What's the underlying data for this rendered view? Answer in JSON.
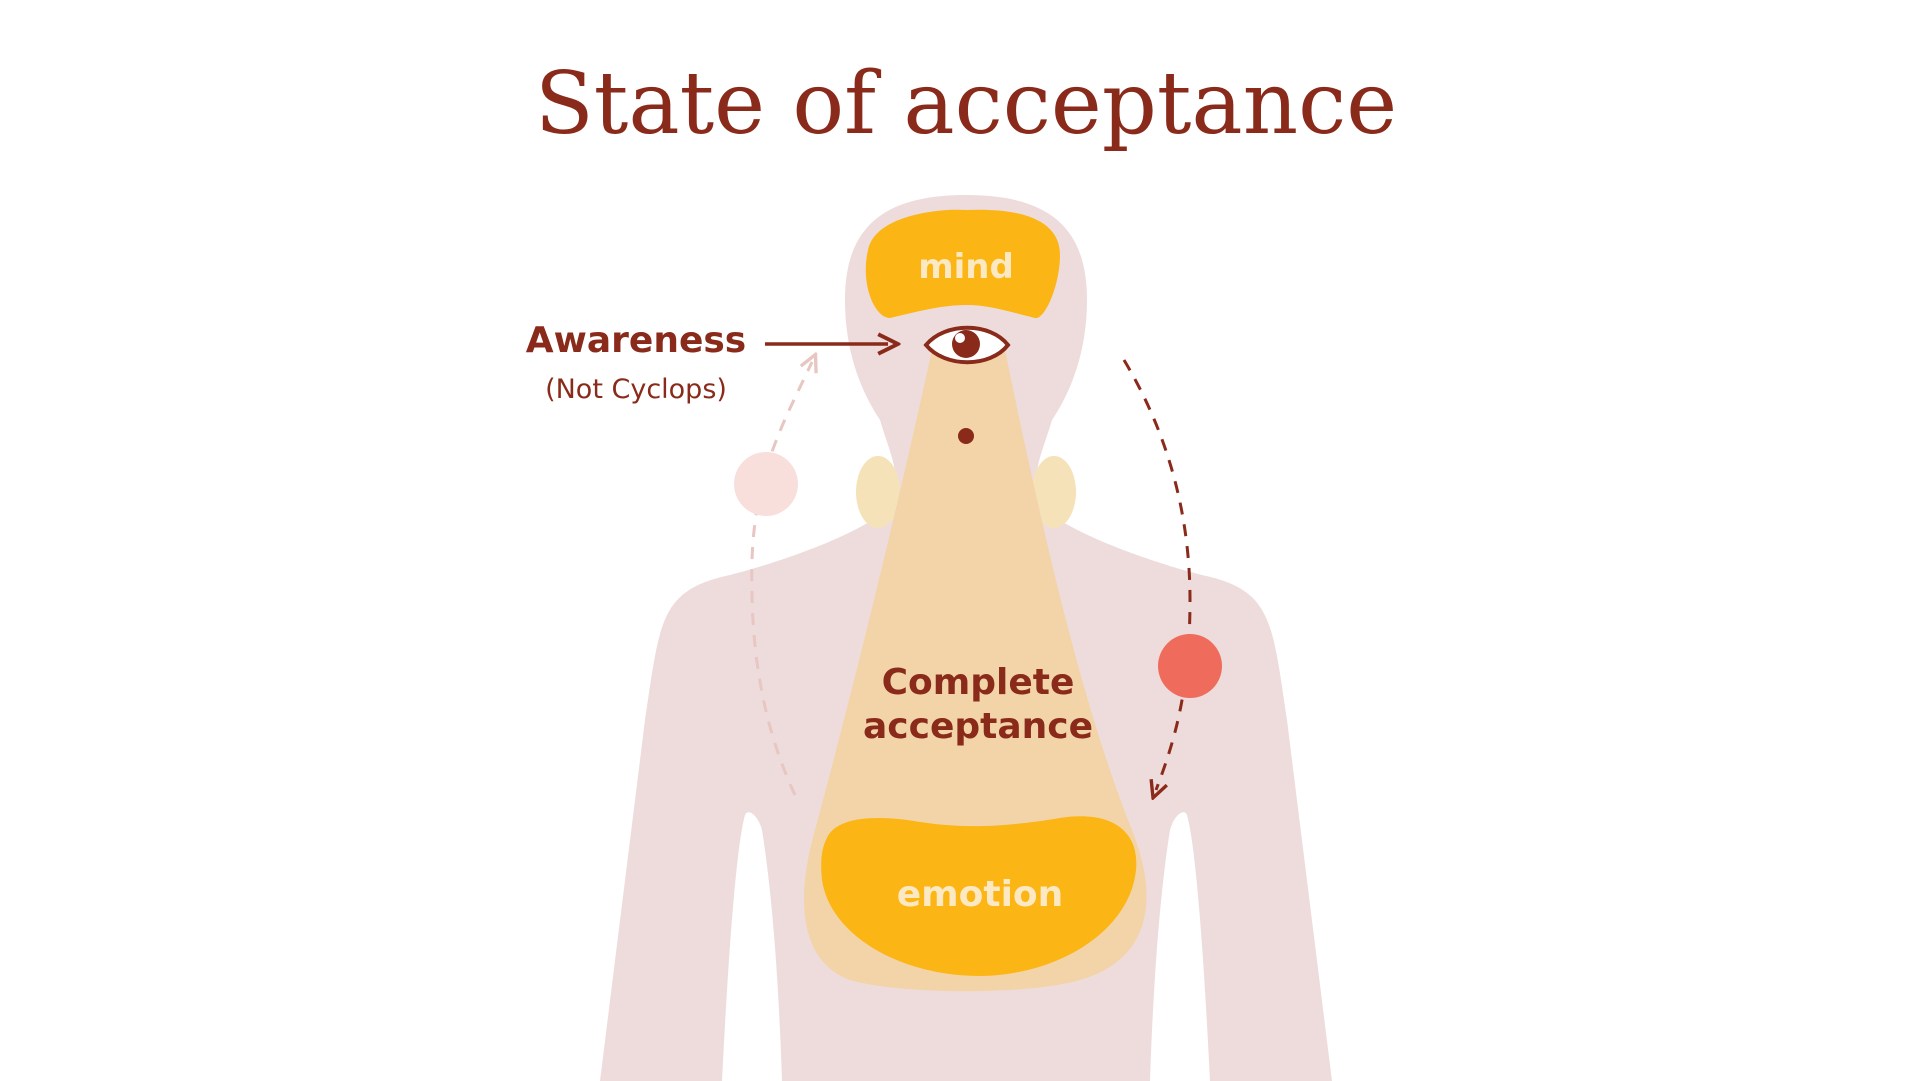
{
  "title": "State of acceptance",
  "labels": {
    "mind": "mind",
    "awareness": "Awareness",
    "awareness_note": "(Not Cyclops)",
    "complete_line1": "Complete",
    "complete_line2": "acceptance",
    "emotion": "emotion"
  },
  "icons": {
    "eye": "eye-icon",
    "arrow": "arrow-right-icon"
  },
  "colors": {
    "title": "#8a2a1a",
    "body": "#eedcdc",
    "highlight": "#f2d4a8",
    "organ": "#fbb514",
    "organ_text": "#fce8c2",
    "accent_red": "#ef6b5c",
    "accent_pink": "#f8dfdc"
  }
}
